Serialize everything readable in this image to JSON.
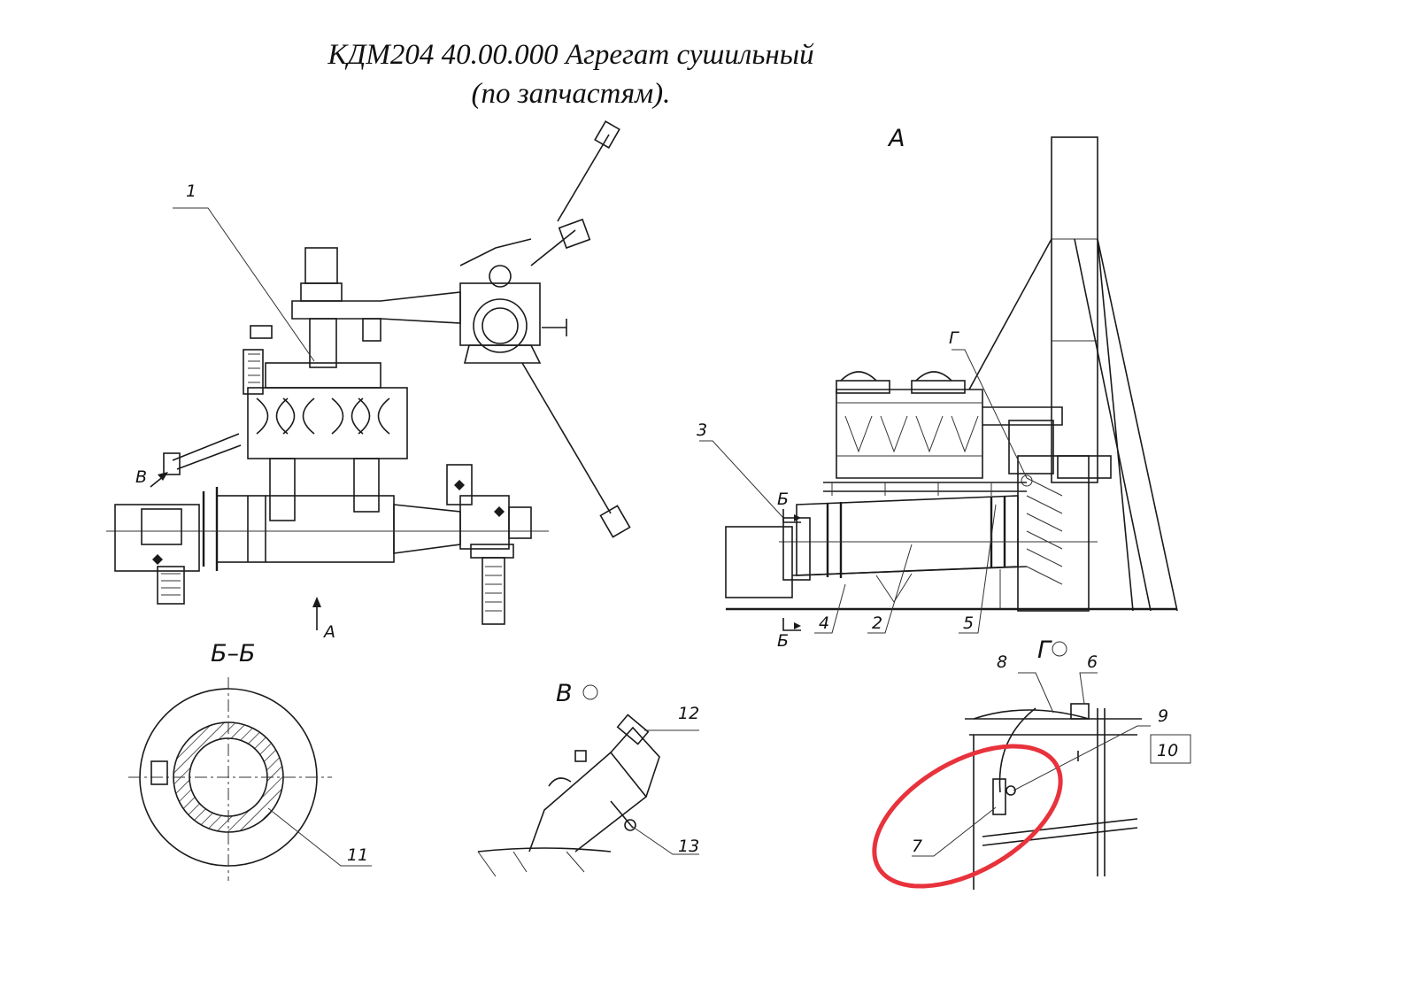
{
  "title": {
    "line1": "КДМ204 40.00.000 Агрегат сушильный",
    "line2": "(по запчастям)."
  },
  "views": {
    "main": "A",
    "section_bb": "Б–Б",
    "detail_v": "В",
    "detail_g": "Г"
  },
  "markers": {
    "arrow_a": "A",
    "arrow_v": "В",
    "cut_b_top": "Б",
    "cut_b_bottom": "Б",
    "ref_g": "Г"
  },
  "callouts": {
    "p1": "1",
    "p2": "2",
    "p3": "3",
    "p4": "4",
    "p5": "5",
    "p6": "6",
    "p7": "7",
    "p8": "8",
    "p9": "9",
    "p10": "10",
    "p11": "11",
    "p12": "12",
    "p13": "13"
  },
  "highlight": {
    "color": "#e8323c",
    "target": "7"
  }
}
